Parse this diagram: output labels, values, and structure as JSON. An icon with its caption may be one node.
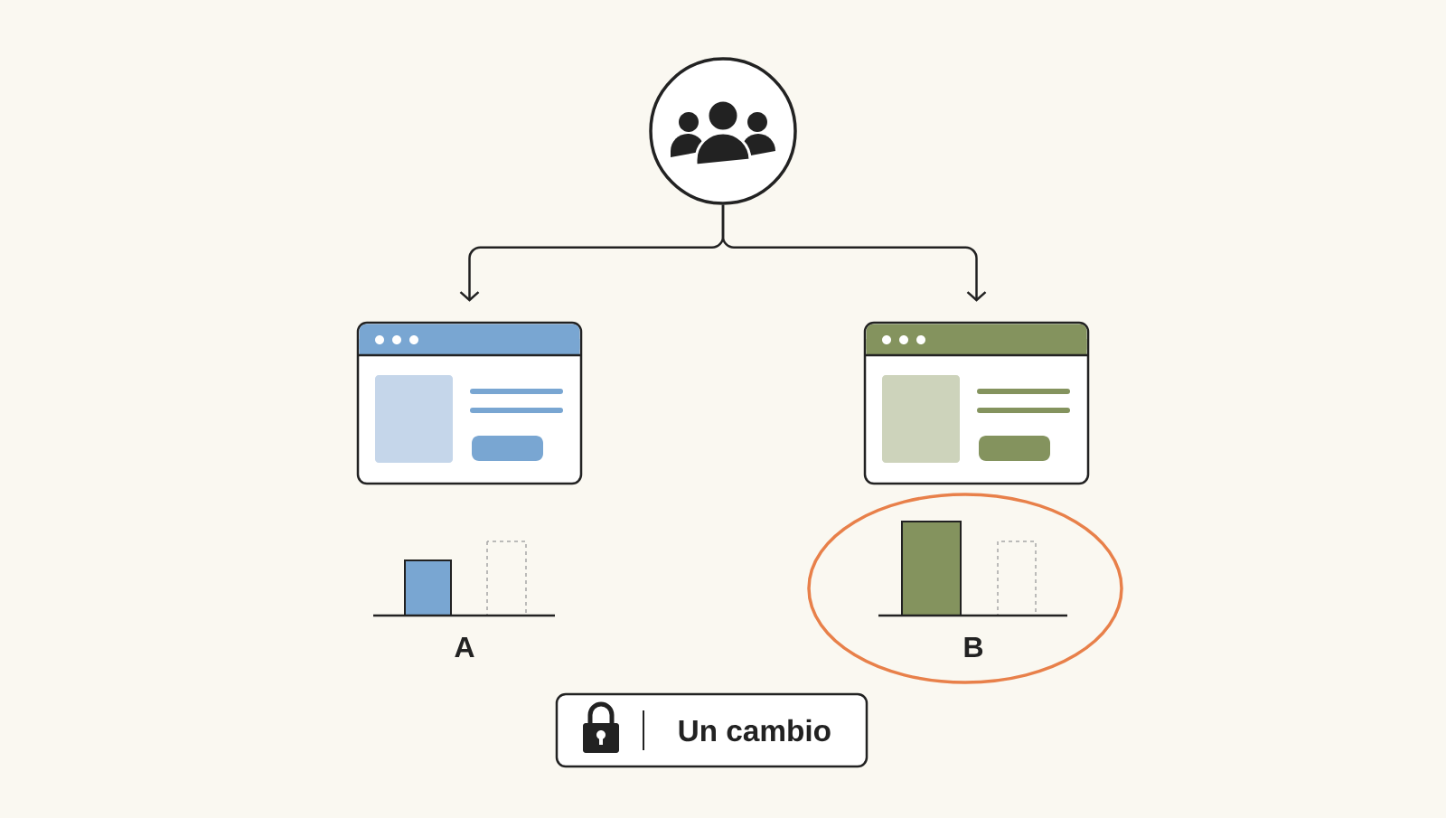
{
  "diagram": {
    "nodes": [
      {
        "text": [],
        "shape": "circle"
      },
      {
        "text": [],
        "shape": "box"
      },
      {
        "text": [],
        "shape": "box"
      },
      {
        "text": [
          "Un cambio"
        ]
      }
    ],
    "edges": [
      {
        "from": 0,
        "to": 1,
        "arrow": "to"
      },
      {
        "from": 0,
        "to": 2,
        "arrow": "to"
      }
    ],
    "labels": [
      "A",
      "B"
    ]
  }
}
